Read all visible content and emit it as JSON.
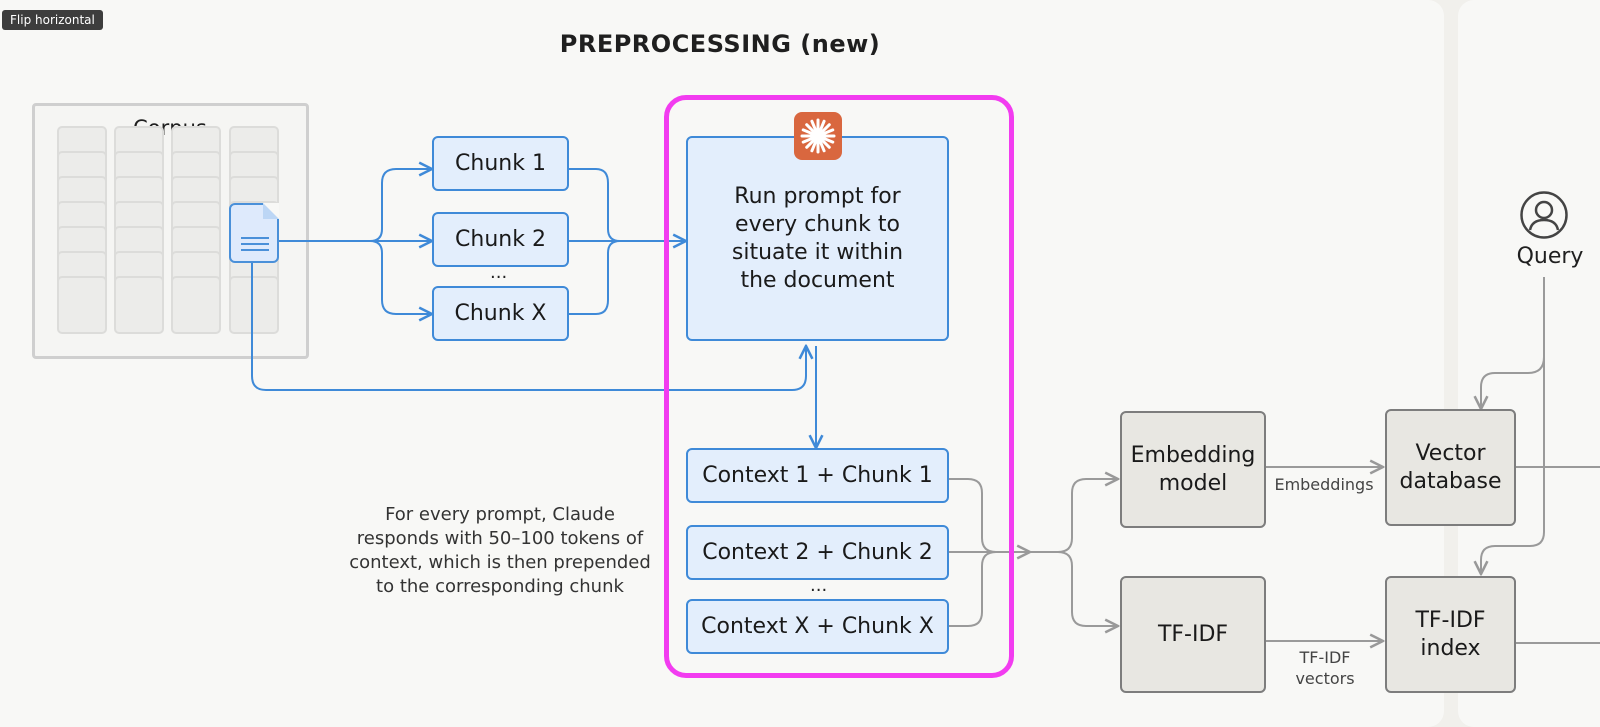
{
  "toolbar": {
    "flip_label": "Flip horizontal"
  },
  "diagram": {
    "title": "PREPROCESSING (new)",
    "corpus_label": "Corpus",
    "chunks": [
      "Chunk 1",
      "Chunk 2",
      "Chunk X"
    ],
    "chunk_ellipsis": "...",
    "prompt_text": "Run prompt for every chunk to situate it within the document",
    "contexts": [
      "Context 1 + Chunk 1",
      "Context 2 + Chunk 2",
      "Context X + Chunk X"
    ],
    "context_ellipsis": "...",
    "note": "For every prompt, Claude responds with 50–100 tokens of context, which is then prepended to the corresponding chunk",
    "embedding_model": "Embedding model",
    "tfidf": "TF-IDF",
    "vector_database": "Vector database",
    "tfidf_index": "TF-IDF index",
    "embeddings_label": "Embeddings",
    "tfidf_vectors_label": "TF-IDF vectors",
    "query_label": "Query",
    "query_icon": "user-circle-icon",
    "brand_icon": "claude-starburst-icon"
  },
  "colors": {
    "blue": "#3f8ad8",
    "blue_fill": "#e3eefc",
    "gray_stroke": "#7d7d7d",
    "gray_fill": "#e8e7e2",
    "highlight": "#f23cf0",
    "brand": "#d9673f"
  }
}
